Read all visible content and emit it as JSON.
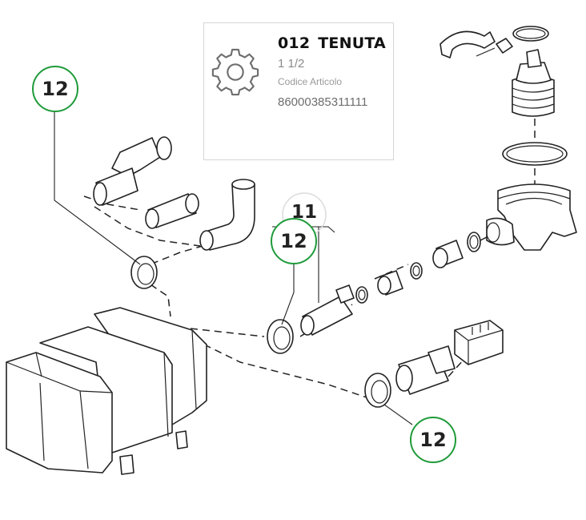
{
  "part_card": {
    "code_number": "012",
    "name": "TENUTA",
    "size": "1 1/2",
    "code_label": "Codice Articolo",
    "code_value": "86000385311111",
    "icon": "gear-icon"
  },
  "callouts": [
    {
      "label": "12"
    },
    {
      "label": "12"
    },
    {
      "label": "12"
    },
    {
      "label": "11"
    }
  ],
  "colors": {
    "badge_border": "#1f9b3a",
    "line": "#222222"
  }
}
